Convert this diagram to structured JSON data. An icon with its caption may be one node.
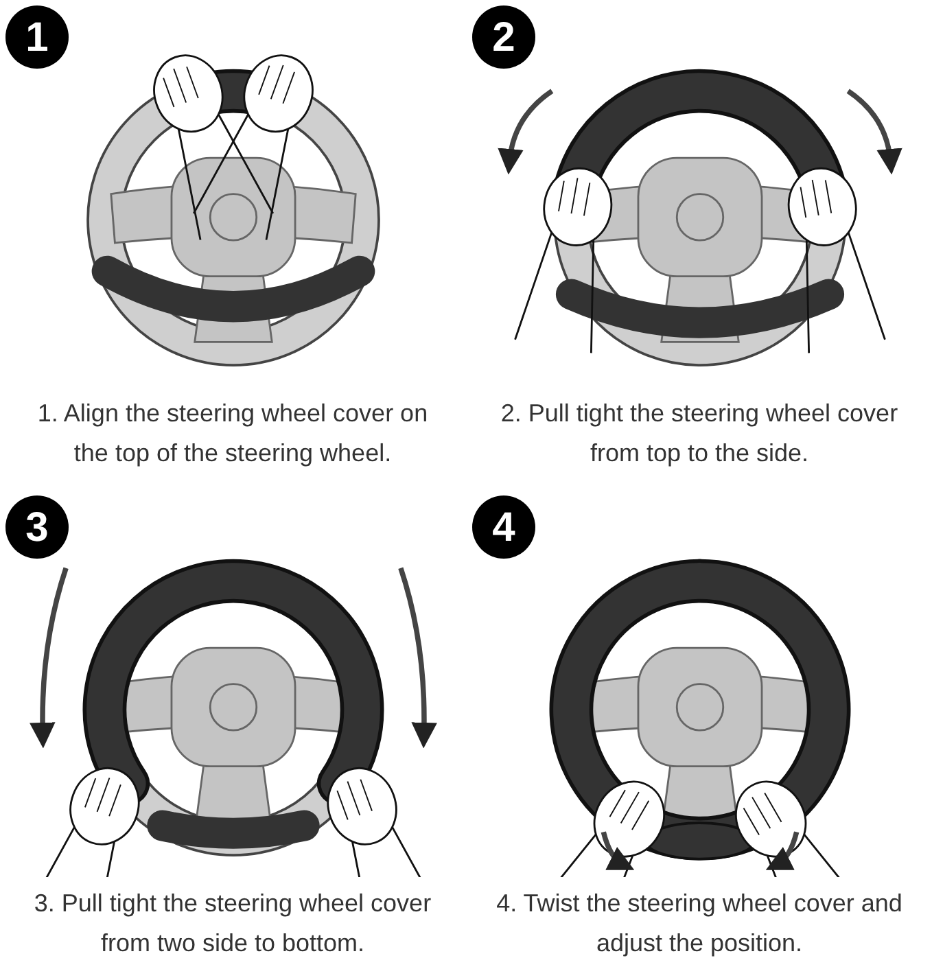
{
  "diagram": {
    "nodes": [
      {
        "text": [
          "1"
        ]
      },
      {
        "text": [
          "2"
        ]
      },
      {
        "text": [
          "3"
        ]
      },
      {
        "text": [
          "4"
        ]
      }
    ],
    "labels": [
      "1. Align the steering wheel cover on the top of the steering wheel.",
      "2. Pull tight the steering wheel cover from top to the side.",
      "3. Pull tight the steering wheel cover from two side to bottom.",
      "4. Twist the steering wheel cover and adjust the position."
    ]
  }
}
